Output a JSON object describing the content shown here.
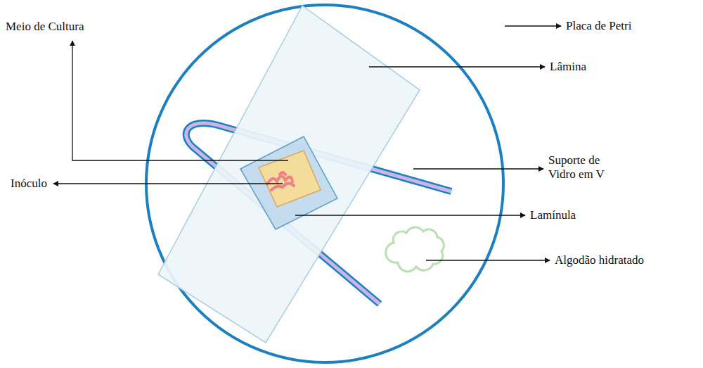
{
  "diagram": {
    "labels": [
      "Placa de Petri",
      "Meio de Cultura",
      "Lâmina",
      "Inóculo",
      "Suporte de Vidro em V",
      "Lamínula",
      "Algodão hidratado"
    ]
  }
}
